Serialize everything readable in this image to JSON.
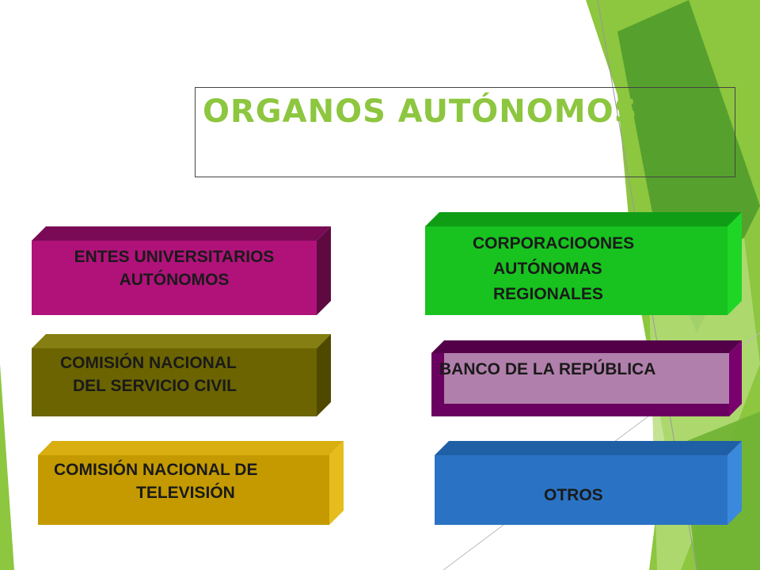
{
  "title": {
    "text": "ORGANOS AUTÓNOMOS",
    "color": "#8dc63f"
  },
  "colors": {
    "green_light": "#8dc63f",
    "green_dark": "#4c9a2a"
  },
  "blocks": [
    {
      "id": "entes",
      "lines": [
        "ENTES UNIVERSITARIOS",
        "AUTÓNOMOS"
      ],
      "front": "#b0127a",
      "top": "#7a0a55",
      "side": "#5e0a40"
    },
    {
      "id": "cnsc",
      "lines": [
        "COMISIÓN NACIONAL",
        "DEL SERVICIO CIVIL"
      ],
      "front": "#6b6400",
      "top": "#857e12",
      "side": "#4f4900"
    },
    {
      "id": "cntv",
      "lines": [
        "COMISIÓN NACIONAL DE",
        "TELEVISIÓN"
      ],
      "front": "#c49a00",
      "top": "#d9ae10",
      "side": "#e6bd1c"
    },
    {
      "id": "car",
      "lines": [
        "CORPORACIOONES",
        "AUTÓNOMAS",
        "REGIONALES"
      ],
      "front": "#18c21f",
      "top": "#0f9d16",
      "side": "#1fd626"
    },
    {
      "id": "banrep",
      "lines": [
        "BANCO DE LA REPÚBLICA"
      ],
      "front": "#6a005f",
      "top": "#530049",
      "side": "#7a006d",
      "inner": "#b17fac"
    },
    {
      "id": "otros",
      "lines": [
        "OTROS"
      ],
      "front": "#2a73c4",
      "top": "#1f5fa6",
      "side": "#3a89dd"
    }
  ]
}
